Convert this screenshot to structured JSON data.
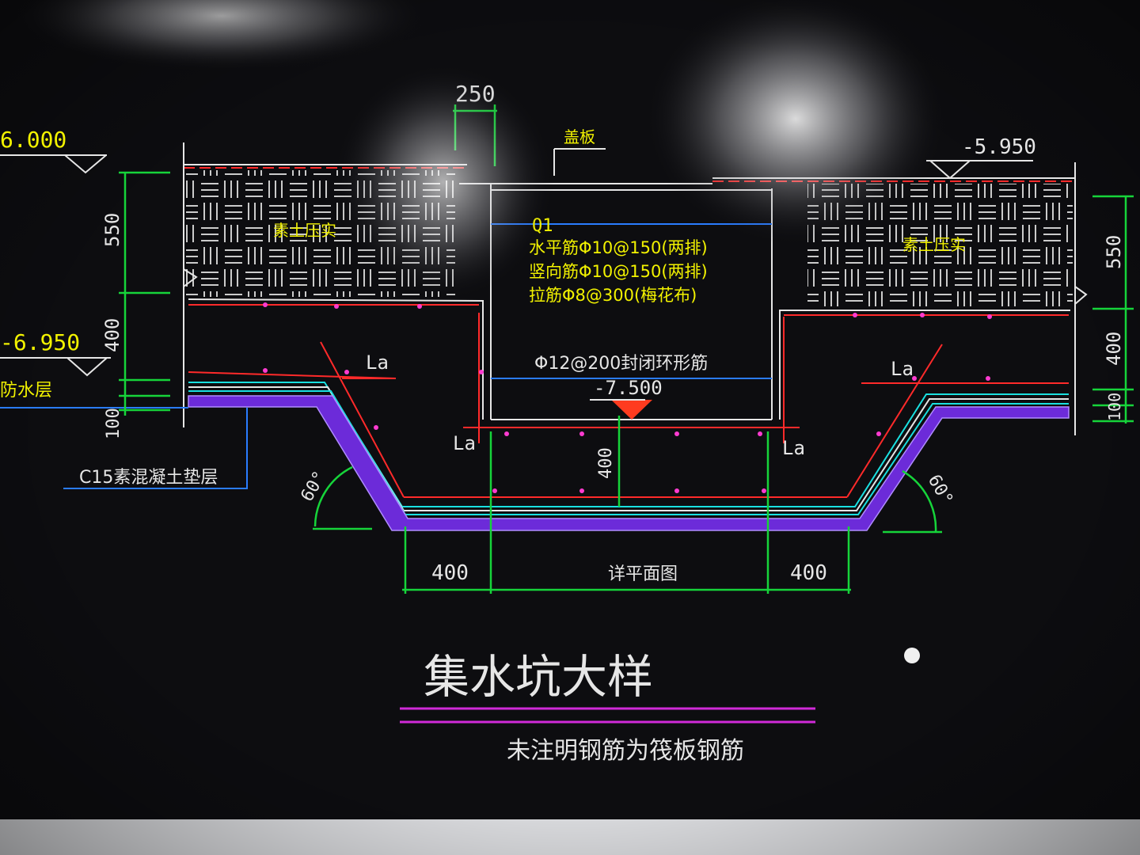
{
  "drawing": {
    "title": "集水坑大样",
    "note": "未注明钢筋为筏板钢筋",
    "top_width": "250",
    "cover_board": "盖板",
    "left_level_top": "6.000",
    "right_level_top": "-5.950",
    "left_level_mid": "-6.950",
    "waterproof": "防水层",
    "left_fill": "素土压实",
    "right_fill": "素土压实",
    "left_dims": [
      "550",
      "400",
      "100"
    ],
    "right_dims": [
      "550",
      "400",
      "100"
    ],
    "wall_id": "Q1",
    "wall_rebar": [
      "水平筋Φ10@150(两排)",
      "竖向筋Φ10@150(两排)",
      "拉筋Φ8@300(梅花布)"
    ],
    "ring_rebar": "Φ12@200封闭环形筋",
    "pit_level": "-7.500",
    "depth_dim": "400",
    "anchor": "La",
    "angle": "60°",
    "cushion": "C15素混凝土垫层",
    "bottom_dims": [
      "400",
      "详平面图",
      "400"
    ]
  },
  "colors": {
    "background": "#0d0d10",
    "wall": "#e6e6e6",
    "dimension": "#16d43a",
    "rebar": "#ff2a2a",
    "waterproof_fill": "#6c2bd9",
    "text_yellow": "#f2f200",
    "line_cyan": "#19e0e0",
    "line_blue": "#2a7cff",
    "level_mark": "#ff3b1f",
    "title_line": "#d02ad8"
  }
}
